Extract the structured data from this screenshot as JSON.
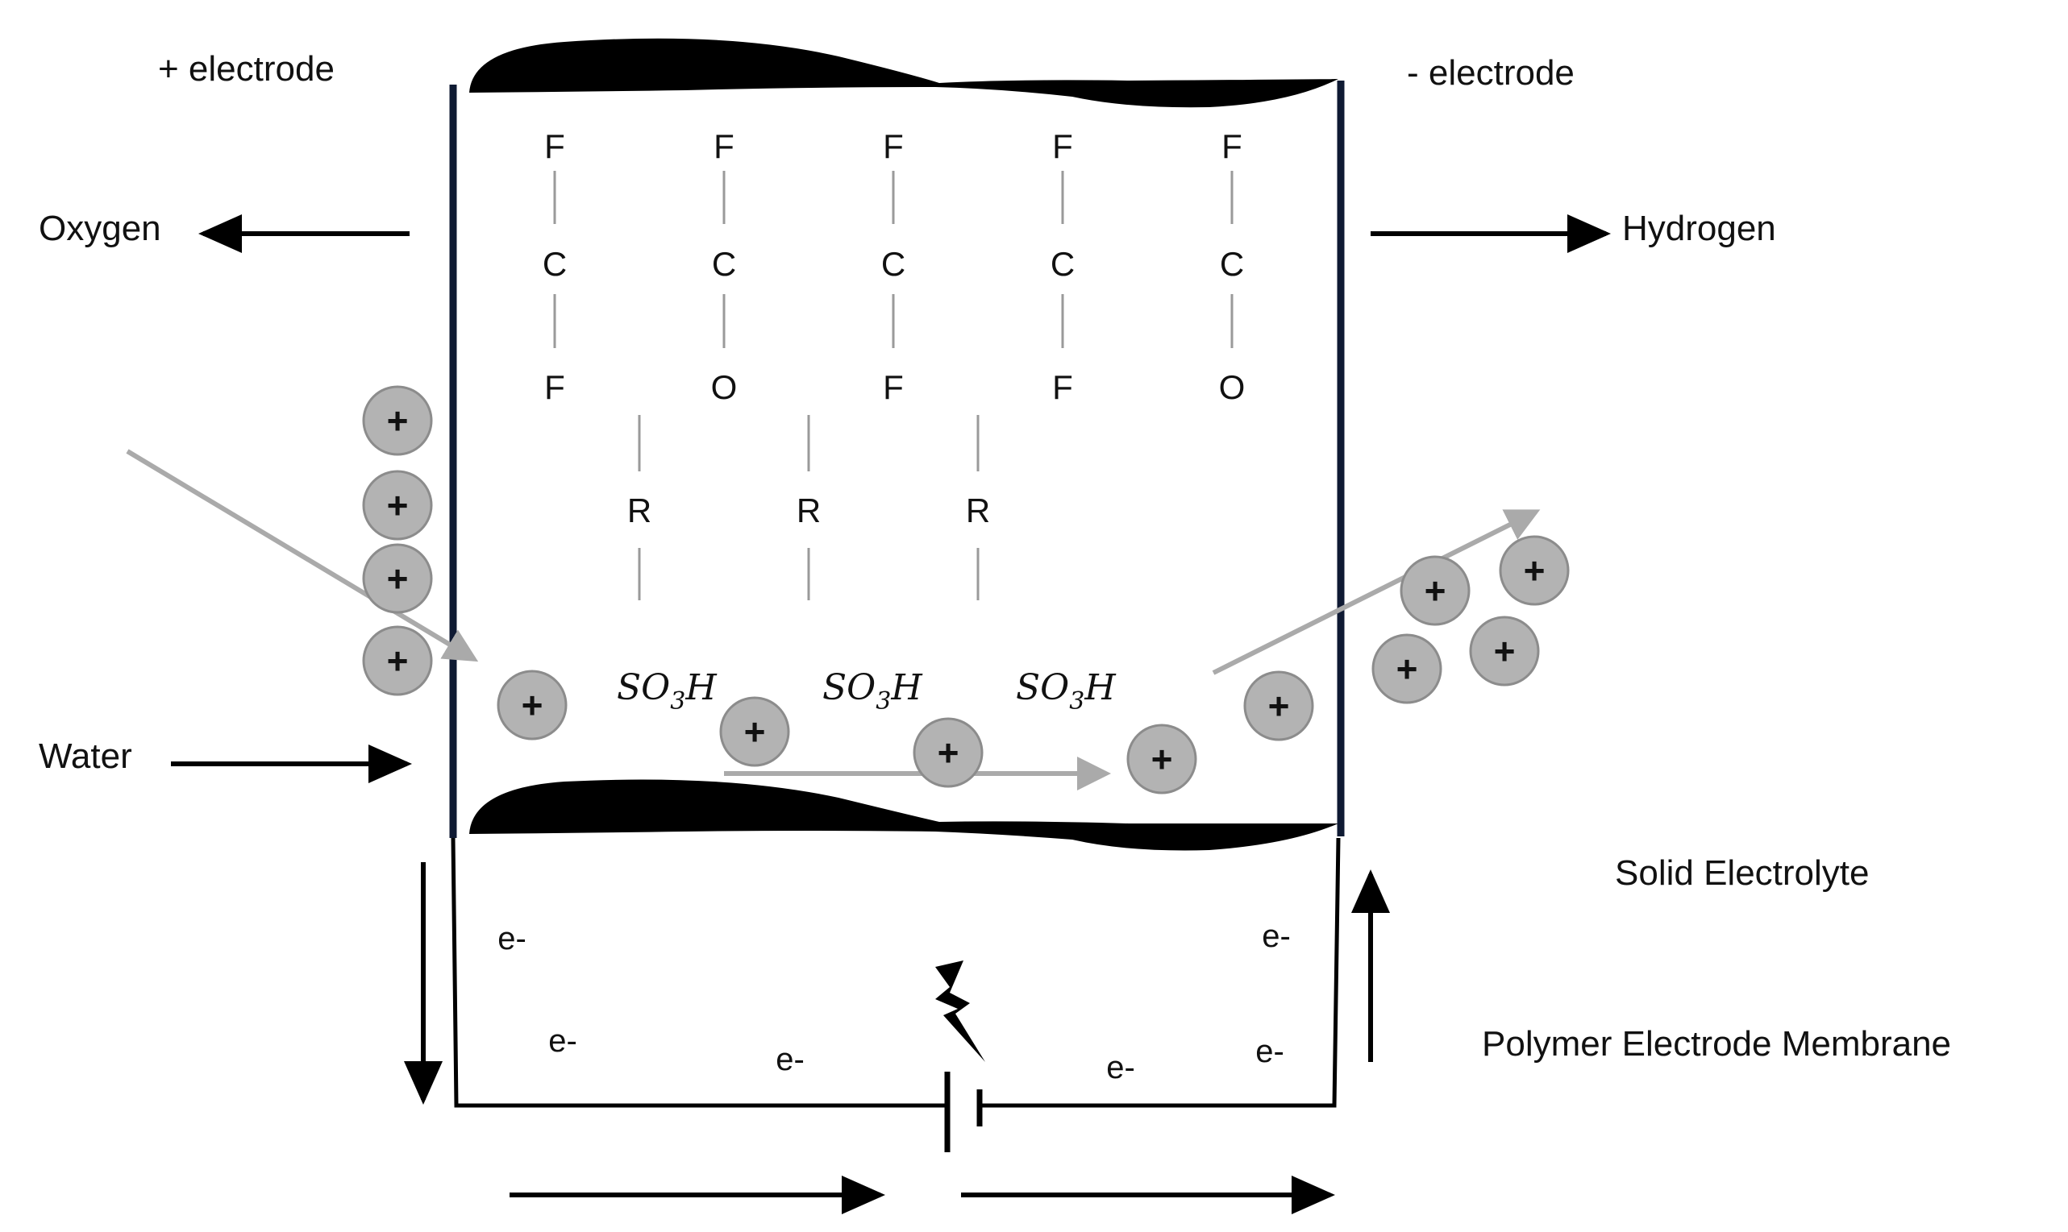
{
  "labels": {
    "positive_electrode": "+ electrode",
    "negative_electrode": "- electrode",
    "oxygen": "Oxygen",
    "hydrogen": "Hydrogen",
    "water": "Water",
    "solid_electrolyte": "Solid Electrolyte",
    "membrane": "Polymer Electrode Membrane"
  },
  "polymer": {
    "columns": [
      {
        "top": "F",
        "middle": "C",
        "bottom": "F"
      },
      {
        "top": "F",
        "middle": "C",
        "bottom": "O"
      },
      {
        "top": "F",
        "middle": "C",
        "bottom": "F"
      },
      {
        "top": "F",
        "middle": "C",
        "bottom": "F"
      },
      {
        "top": "F",
        "middle": "C",
        "bottom": "O"
      }
    ],
    "side_chain": [
      "R",
      "R",
      "R"
    ],
    "sulfonic_base": "SO",
    "sulfonic_sub": "3",
    "sulfonic_tail": "H"
  },
  "proton_symbol": "+",
  "electron_symbol": "e-",
  "colors": {
    "electrode": "#000000",
    "frame": "#0f1a33",
    "proton_fill": "#b3b3b3",
    "proton_stroke": "#8c8c8c",
    "gray_arrow": "#aaaaaa"
  }
}
